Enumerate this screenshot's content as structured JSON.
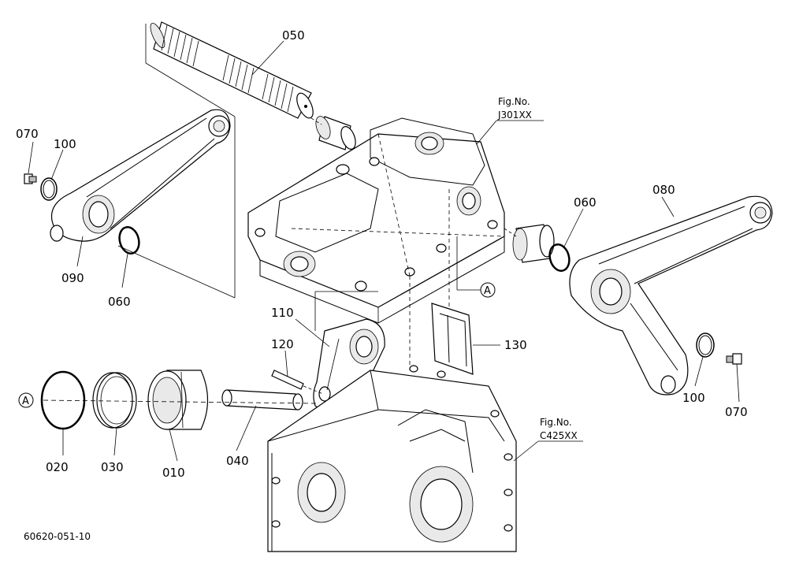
{
  "labels": {
    "p010": "010",
    "p020": "020",
    "p030": "030",
    "p040": "040",
    "p050": "050",
    "p060_left": "060",
    "p060_right": "060",
    "p070_left": "070",
    "p070_right": "070",
    "p080": "080",
    "p090": "090",
    "p100_left": "100",
    "p100_right": "100",
    "p110": "110",
    "p120": "120",
    "p130": "130"
  },
  "references": {
    "fig_label_top": "Fig.No.",
    "fig_code_top": "J301XX",
    "fig_label_bottom": "Fig.No.",
    "fig_code_bottom": "C425XX"
  },
  "callouts": {
    "a_center": "A",
    "a_left": "A"
  },
  "footer": {
    "drawing_id": "60620-051-10"
  }
}
